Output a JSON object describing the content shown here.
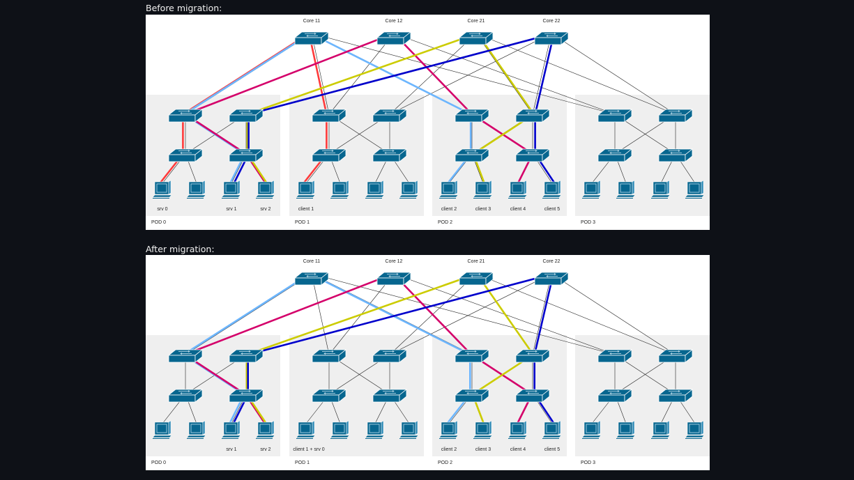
{
  "diagrams": [
    {
      "id": "before",
      "heading": "Before migration:",
      "cores": [
        "Core 11",
        "Core 12",
        "Core 21",
        "Core 22"
      ],
      "pods": [
        {
          "label": "POD 0",
          "hosts": [
            "srv 0",
            "",
            "srv 1",
            "srv 2"
          ]
        },
        {
          "label": "POD 1",
          "hosts": [
            "client 1",
            "",
            "",
            ""
          ]
        },
        {
          "label": "POD 2",
          "hosts": [
            "client 2",
            "client 3",
            "client 4",
            "client 5"
          ]
        },
        {
          "label": "POD 3",
          "hosts": [
            "",
            "",
            "",
            ""
          ]
        }
      ],
      "flows": [
        {
          "name": "red",
          "color": "#ff3b3b",
          "path": [
            [
              "host",
              0,
              0
            ],
            [
              "edge",
              0,
              0
            ],
            [
              "agg",
              0,
              0
            ],
            [
              "core",
              0
            ],
            [
              "agg",
              1,
              0
            ],
            [
              "edge",
              1,
              0
            ],
            [
              "host",
              1,
              0
            ]
          ]
        },
        {
          "name": "light-blue",
          "color": "#6cb6ff",
          "path": [
            [
              "host",
              0,
              2
            ],
            [
              "edge",
              0,
              1
            ],
            [
              "agg",
              0,
              0
            ],
            [
              "core",
              0
            ],
            [
              "agg",
              2,
              0
            ],
            [
              "edge",
              2,
              0
            ],
            [
              "host",
              2,
              0
            ]
          ]
        },
        {
          "name": "magenta",
          "color": "#d4006a",
          "path": [
            [
              "host",
              0,
              3
            ],
            [
              "edge",
              0,
              1
            ],
            [
              "agg",
              0,
              0
            ],
            [
              "core",
              1
            ],
            [
              "agg",
              2,
              0
            ],
            [
              "edge",
              2,
              1
            ],
            [
              "host",
              2,
              2
            ]
          ]
        },
        {
          "name": "yellow",
          "color": "#cccc00",
          "path": [
            [
              "host",
              0,
              3
            ],
            [
              "edge",
              0,
              1
            ],
            [
              "agg",
              0,
              1
            ],
            [
              "core",
              2
            ],
            [
              "agg",
              2,
              1
            ],
            [
              "edge",
              2,
              0
            ],
            [
              "host",
              2,
              1
            ]
          ]
        },
        {
          "name": "blue",
          "color": "#0000cc",
          "path": [
            [
              "host",
              0,
              2
            ],
            [
              "edge",
              0,
              1
            ],
            [
              "agg",
              0,
              1
            ],
            [
              "core",
              3
            ],
            [
              "agg",
              2,
              1
            ],
            [
              "edge",
              2,
              1
            ],
            [
              "host",
              2,
              3
            ]
          ]
        }
      ]
    },
    {
      "id": "after",
      "heading": "After migration:",
      "cores": [
        "Core 11",
        "Core 12",
        "Core 21",
        "Core 22"
      ],
      "pods": [
        {
          "label": "POD 0",
          "hosts": [
            "",
            "",
            "srv 1",
            "srv 2"
          ]
        },
        {
          "label": "POD 1",
          "hosts": [
            "client 1 + srv 0",
            "",
            "",
            ""
          ]
        },
        {
          "label": "POD 2",
          "hosts": [
            "client 2",
            "client 3",
            "client 4",
            "client 5"
          ]
        },
        {
          "label": "POD 3",
          "hosts": [
            "",
            "",
            "",
            ""
          ]
        }
      ],
      "flows": [
        {
          "name": "light-blue",
          "color": "#6cb6ff",
          "path": [
            [
              "host",
              0,
              2
            ],
            [
              "edge",
              0,
              1
            ],
            [
              "agg",
              0,
              0
            ],
            [
              "core",
              0
            ],
            [
              "agg",
              2,
              0
            ],
            [
              "edge",
              2,
              0
            ],
            [
              "host",
              2,
              0
            ]
          ]
        },
        {
          "name": "magenta",
          "color": "#d4006a",
          "path": [
            [
              "host",
              0,
              3
            ],
            [
              "edge",
              0,
              1
            ],
            [
              "agg",
              0,
              0
            ],
            [
              "core",
              1
            ],
            [
              "agg",
              2,
              0
            ],
            [
              "edge",
              2,
              1
            ],
            [
              "host",
              2,
              2
            ]
          ]
        },
        {
          "name": "yellow",
          "color": "#cccc00",
          "path": [
            [
              "host",
              0,
              3
            ],
            [
              "edge",
              0,
              1
            ],
            [
              "agg",
              0,
              1
            ],
            [
              "core",
              2
            ],
            [
              "agg",
              2,
              1
            ],
            [
              "edge",
              2,
              0
            ],
            [
              "host",
              2,
              1
            ]
          ]
        },
        {
          "name": "blue",
          "color": "#0000cc",
          "path": [
            [
              "host",
              0,
              2
            ],
            [
              "edge",
              0,
              1
            ],
            [
              "agg",
              0,
              1
            ],
            [
              "core",
              3
            ],
            [
              "agg",
              2,
              1
            ],
            [
              "edge",
              2,
              1
            ],
            [
              "host",
              2,
              3
            ]
          ]
        }
      ]
    }
  ],
  "colors": {
    "device": "#07668f",
    "device_light": "#2f8ab5",
    "pod_bg": "#efefef",
    "link": "#222222"
  }
}
